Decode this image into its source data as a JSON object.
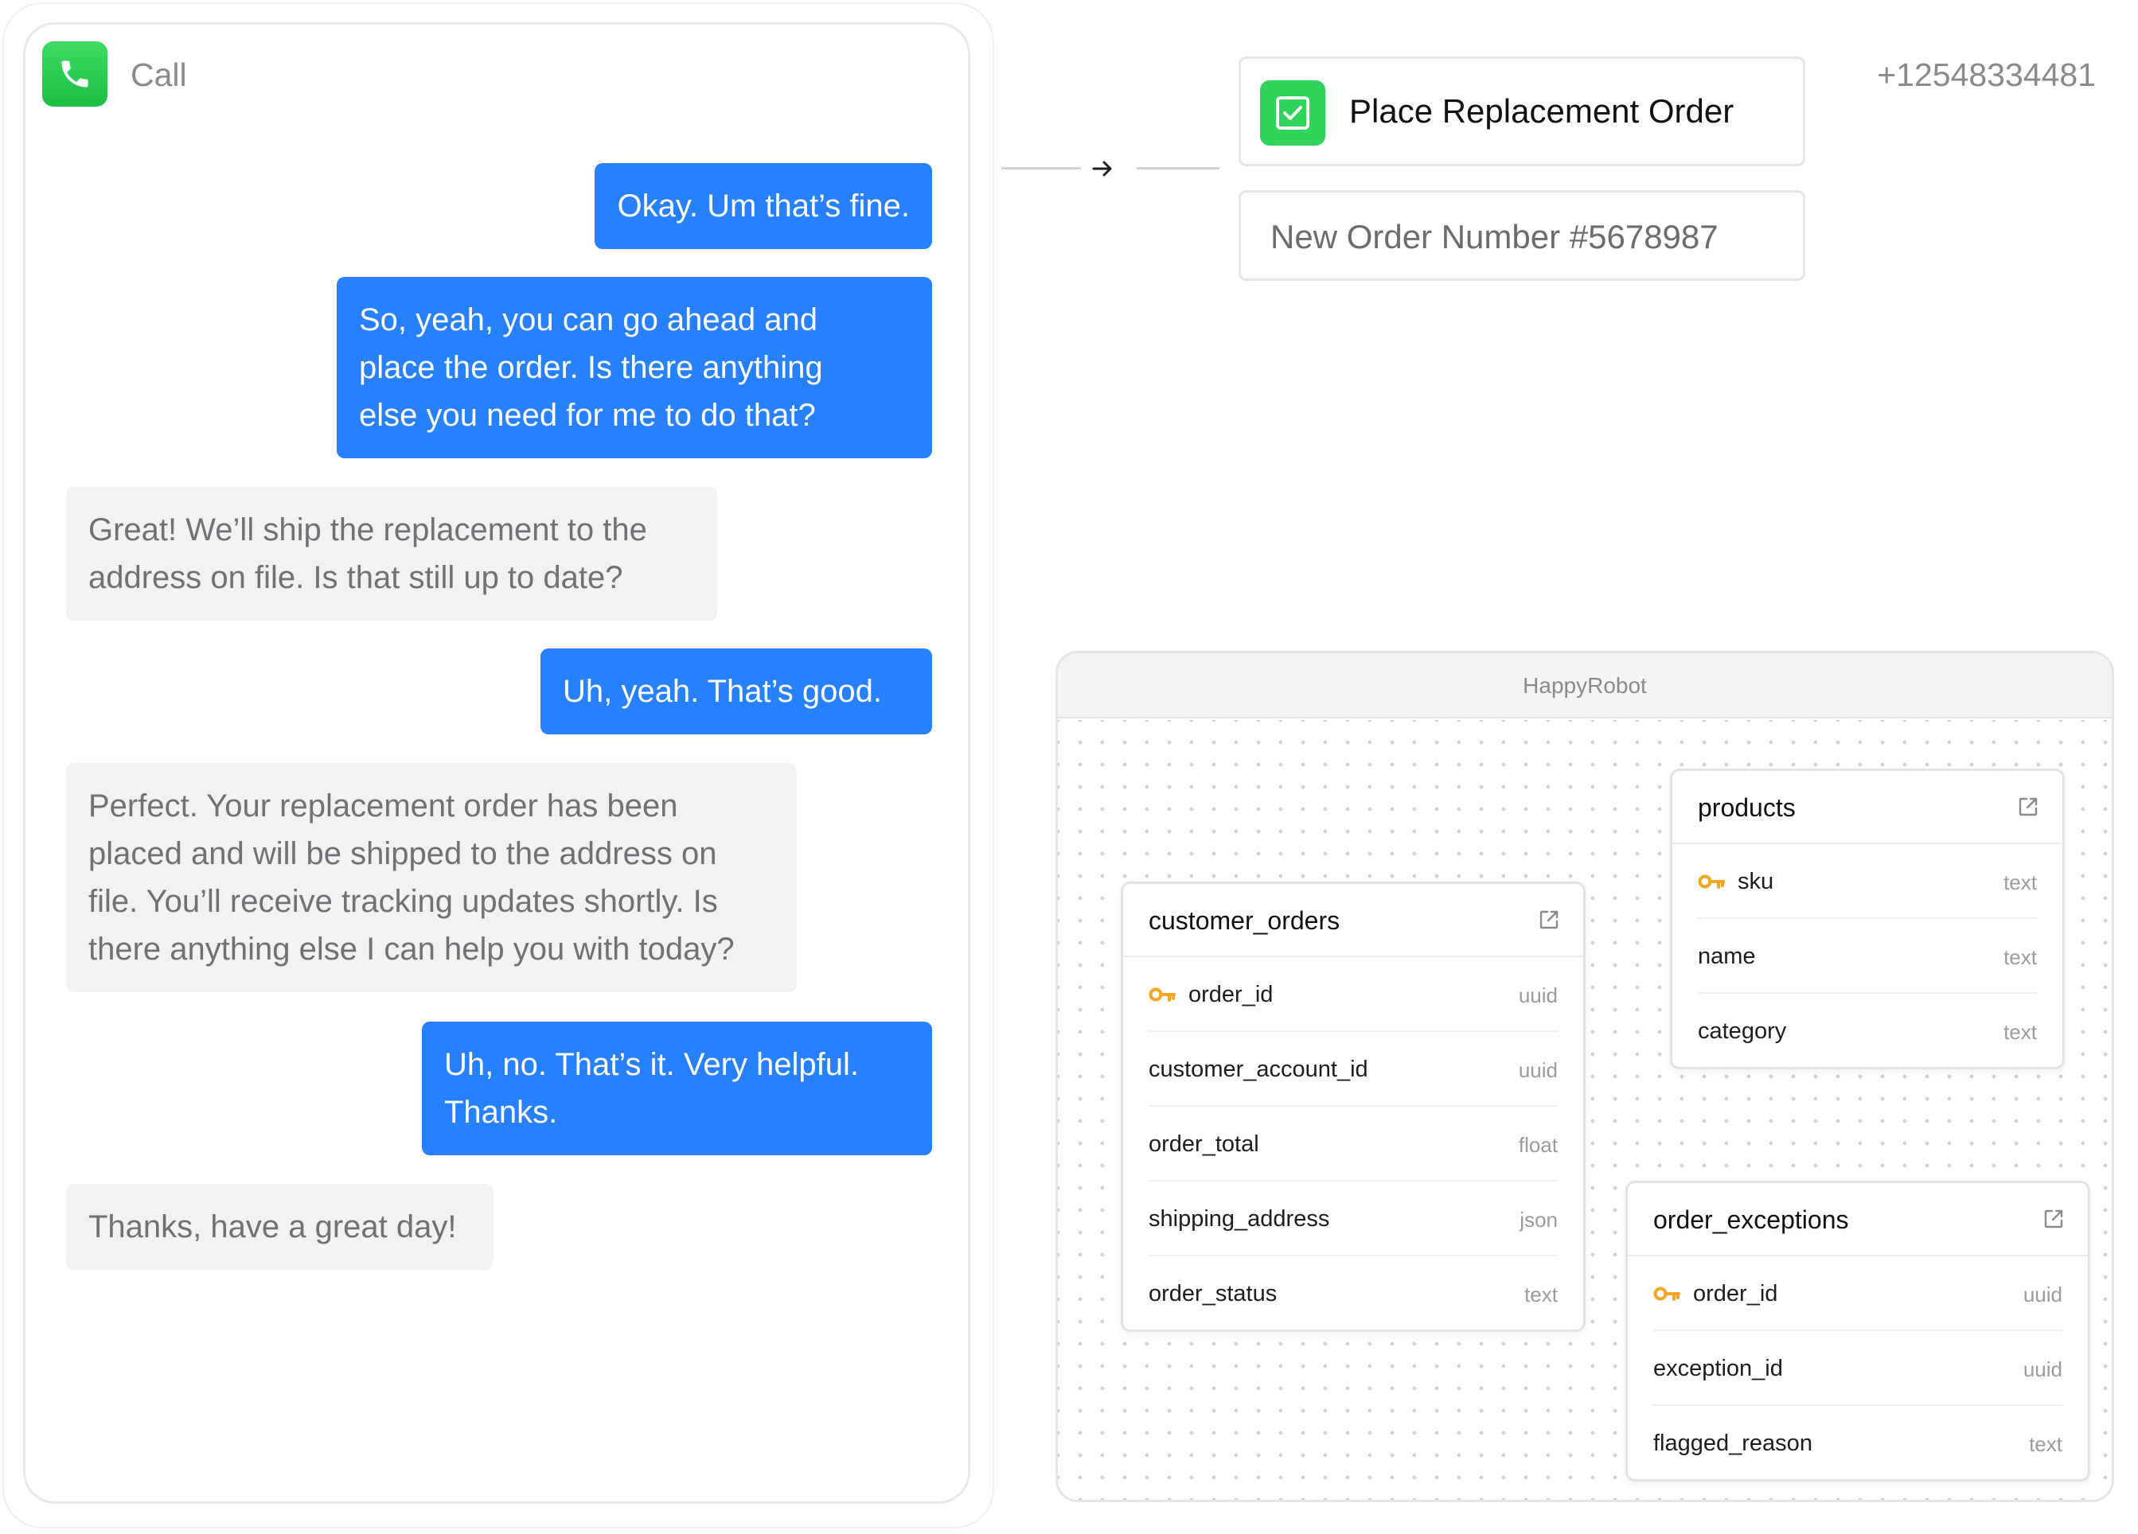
{
  "call": {
    "label": "Call",
    "phone_number": "+12548334481",
    "messages": [
      {
        "role": "user",
        "text": "Okay. Um that’s fine."
      },
      {
        "role": "user",
        "text": "So, yeah, you can go ahead and\nplace the order. Is there anything\nelse you need for me to do that?"
      },
      {
        "role": "agent",
        "text": "Great! We’ll ship the replacement to the\naddress on file. Is that still up to date?"
      },
      {
        "role": "user",
        "text": "Uh, yeah. That’s good."
      },
      {
        "role": "agent",
        "text": "Perfect. Your replacement order has been\nplaced and will be shipped to the address on\nfile. You’ll receive tracking updates shortly. Is\nthere anything else I can help you with today?"
      },
      {
        "role": "user",
        "text": "Uh, no. That’s it. Very helpful.\nThanks."
      },
      {
        "role": "agent",
        "text": "Thanks, have a great day!"
      }
    ]
  },
  "tool_call": {
    "title": "Place Replacement Order",
    "result": "New Order Number #5678987"
  },
  "schema": {
    "window_title": "HappyRobot",
    "tables": [
      {
        "name": "products",
        "columns": [
          {
            "name": "sku",
            "type": "text",
            "key": true
          },
          {
            "name": "name",
            "type": "text",
            "key": false
          },
          {
            "name": "category",
            "type": "text",
            "key": false
          }
        ]
      },
      {
        "name": "customer_orders",
        "columns": [
          {
            "name": "order_id",
            "type": "uuid",
            "key": true
          },
          {
            "name": "customer_account_id",
            "type": "uuid",
            "key": false
          },
          {
            "name": "order_total",
            "type": "float",
            "key": false
          },
          {
            "name": "shipping_address",
            "type": "json",
            "key": false
          },
          {
            "name": "order_status",
            "type": "text",
            "key": false
          }
        ]
      },
      {
        "name": "order_exceptions",
        "columns": [
          {
            "name": "order_id",
            "type": "uuid",
            "key": true
          },
          {
            "name": "exception_id",
            "type": "uuid",
            "key": false
          },
          {
            "name": "flagged_reason",
            "type": "text",
            "key": false
          }
        ]
      }
    ]
  },
  "colors": {
    "user_bubble": "#2680ff",
    "agent_bubble": "#f2f2f3",
    "call_badge": "#22c44a",
    "check_badge": "#2fd45a",
    "key_icon": "#f5a623"
  }
}
